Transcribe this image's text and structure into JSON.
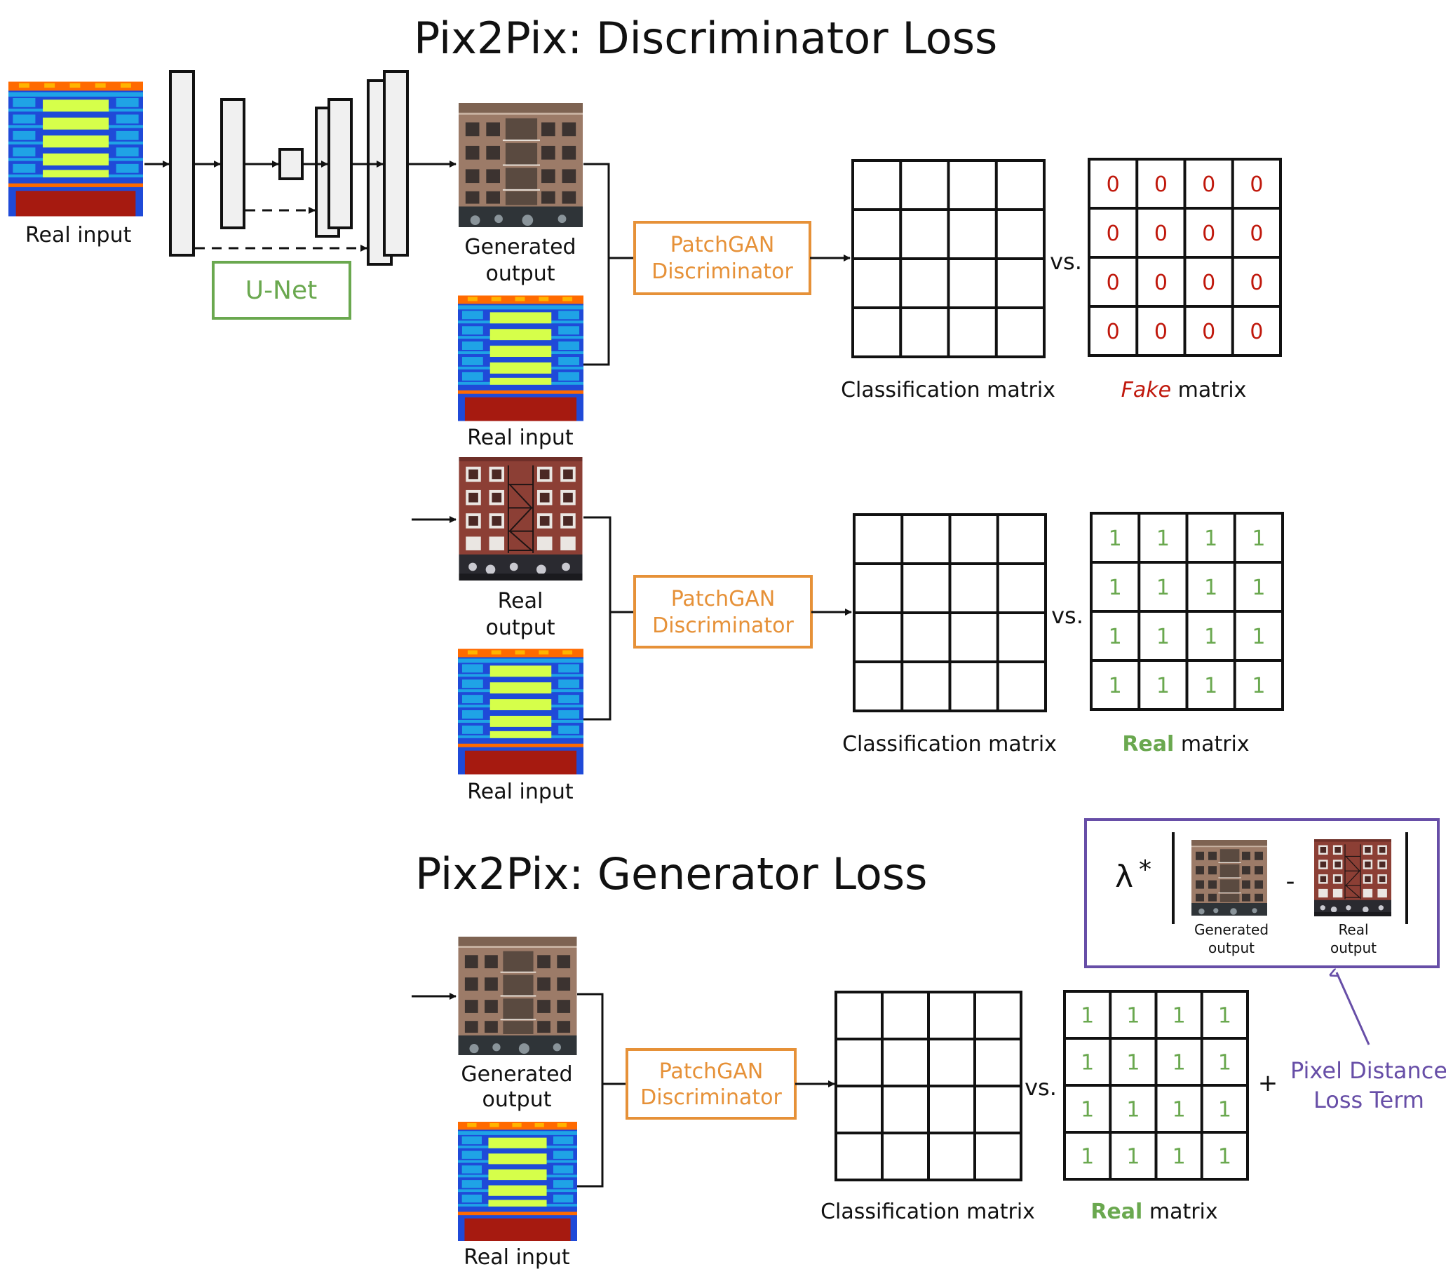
{
  "colors": {
    "black": "#111111",
    "unet_green": "#6aa84f",
    "patchgan_orange": "#e69138",
    "fake_red": "#c0180c",
    "real_green": "#6aa84f",
    "pixel_purple": "#674ea7",
    "label_blue": "#1f4ad8",
    "label_cyan": "#1fa3e6",
    "label_yellow": "#d6ff4a",
    "label_orange": "#ff6a00",
    "label_darkred": "#a61a10"
  },
  "discriminator_section": {
    "title": "Pix2Pix: Discriminator Loss",
    "unet_label": "U-Net",
    "fake_row": {
      "input_label": "Real input",
      "generated_label_line1": "Generated",
      "generated_label_line2": "output",
      "pair_input_label": "Real input",
      "patchgan_line1": "PatchGAN",
      "patchgan_line2": "Discriminator",
      "vs": "vs.",
      "classification_label": "Classification matrix",
      "target_label_emph": "Fake",
      "target_label_rest": " matrix",
      "target_values": [
        [
          "0",
          "0",
          "0",
          "0"
        ],
        [
          "0",
          "0",
          "0",
          "0"
        ],
        [
          "0",
          "0",
          "0",
          "0"
        ],
        [
          "0",
          "0",
          "0",
          "0"
        ]
      ]
    },
    "real_row": {
      "real_output_line1": "Real",
      "real_output_line2": "output",
      "pair_input_label": "Real input",
      "patchgan_line1": "PatchGAN",
      "patchgan_line2": "Discriminator",
      "vs": "vs.",
      "classification_label": "Classification matrix",
      "target_label_emph": "Real",
      "target_label_rest": " matrix",
      "target_values": [
        [
          "1",
          "1",
          "1",
          "1"
        ],
        [
          "1",
          "1",
          "1",
          "1"
        ],
        [
          "1",
          "1",
          "1",
          "1"
        ],
        [
          "1",
          "1",
          "1",
          "1"
        ]
      ]
    }
  },
  "generator_section": {
    "title": "Pix2Pix: Generator Loss",
    "generated_label_line1": "Generated",
    "generated_label_line2": "output",
    "pair_input_label": "Real input",
    "patchgan_line1": "PatchGAN",
    "patchgan_line2": "Discriminator",
    "vs": "vs.",
    "classification_label": "Classification matrix",
    "target_label_emph": "Real",
    "target_label_rest": " matrix",
    "target_values": [
      [
        "1",
        "1",
        "1",
        "1"
      ],
      [
        "1",
        "1",
        "1",
        "1"
      ],
      [
        "1",
        "1",
        "1",
        "1"
      ],
      [
        "1",
        "1",
        "1",
        "1"
      ]
    ],
    "plus": "+",
    "pixel_loss": {
      "lambda": "λ",
      "star": "*",
      "minus": "-",
      "generated_line1": "Generated",
      "generated_line2": "output",
      "real_line1": "Real",
      "real_line2": "output",
      "caption_line1": "Pixel Distance",
      "caption_line2": "Loss Term"
    }
  }
}
